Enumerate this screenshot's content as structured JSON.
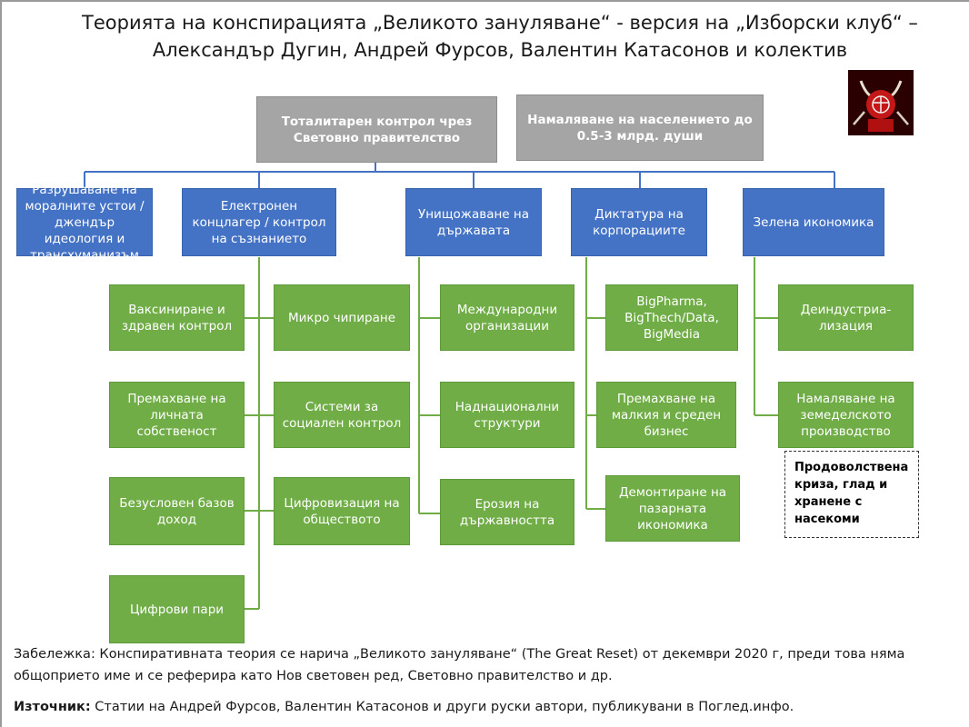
{
  "title": {
    "line1": "Теорията на конспирацията „Великото зануляване“  - версия на „Изборски клуб“ –",
    "line2": "Александър Дугин, Андрей Фурсов, Валентин Катасонов и колектив"
  },
  "top_boxes": [
    "Тоталитарен контрол чрез Световно правителство",
    "Намаляване на населението  до 0.5-3 млрд. души"
  ],
  "categories": [
    "Разрушаване на моралните устои /джендър идеология и трансхуманизъм",
    "Електронен концлагер / контрол на съзнанието",
    "Унищожаване на държавата",
    "Диктатура на корпорациите",
    "Зелена икономика"
  ],
  "items": {
    "kontslager_left": [
      "Ваксиниране и здравен контрол",
      "Премахване на личната собственост",
      "Безусловен базов доход",
      "Цифрови пари"
    ],
    "kontslager_right": [
      "Микро чипиране",
      "Системи за социален контрол",
      "Цифровизация на обществото"
    ],
    "darzhava": [
      "Международни организации",
      "Наднационални структури",
      "Ерозия  на държавността"
    ],
    "korporatsii": [
      "BigPharma, BigThech/Data, BigMedia",
      "Премахване на малкия и среден бизнес",
      "Демонтиране на пазарната икономика"
    ],
    "zelena": [
      "Деиндустриа-лизация",
      "Намаляване на земеделското производство"
    ]
  },
  "callout": "Продоволствена криза, глад и хранене с насекоми",
  "footer": {
    "note": "Забележка:  Конспиративната теория се нарича „Великото зануляване“  (The Great Reset) от декември 2020 г, преди това няма общоприето име и се реферира като  Нов световен ред, Световно правителство и др.",
    "source_label": "Източник:",
    "source_text": " Статии на Андрей Фурсов, Валентин Катасонов и други руски автори,  публикувани в Поглед.инфо."
  },
  "colors": {
    "gray": "#a5a5a5",
    "blue": "#4472c4",
    "green": "#70ad47",
    "connector": "#4472c4",
    "trunk": "#70ad47"
  },
  "logo_icon": "baphomet-emblem-icon"
}
